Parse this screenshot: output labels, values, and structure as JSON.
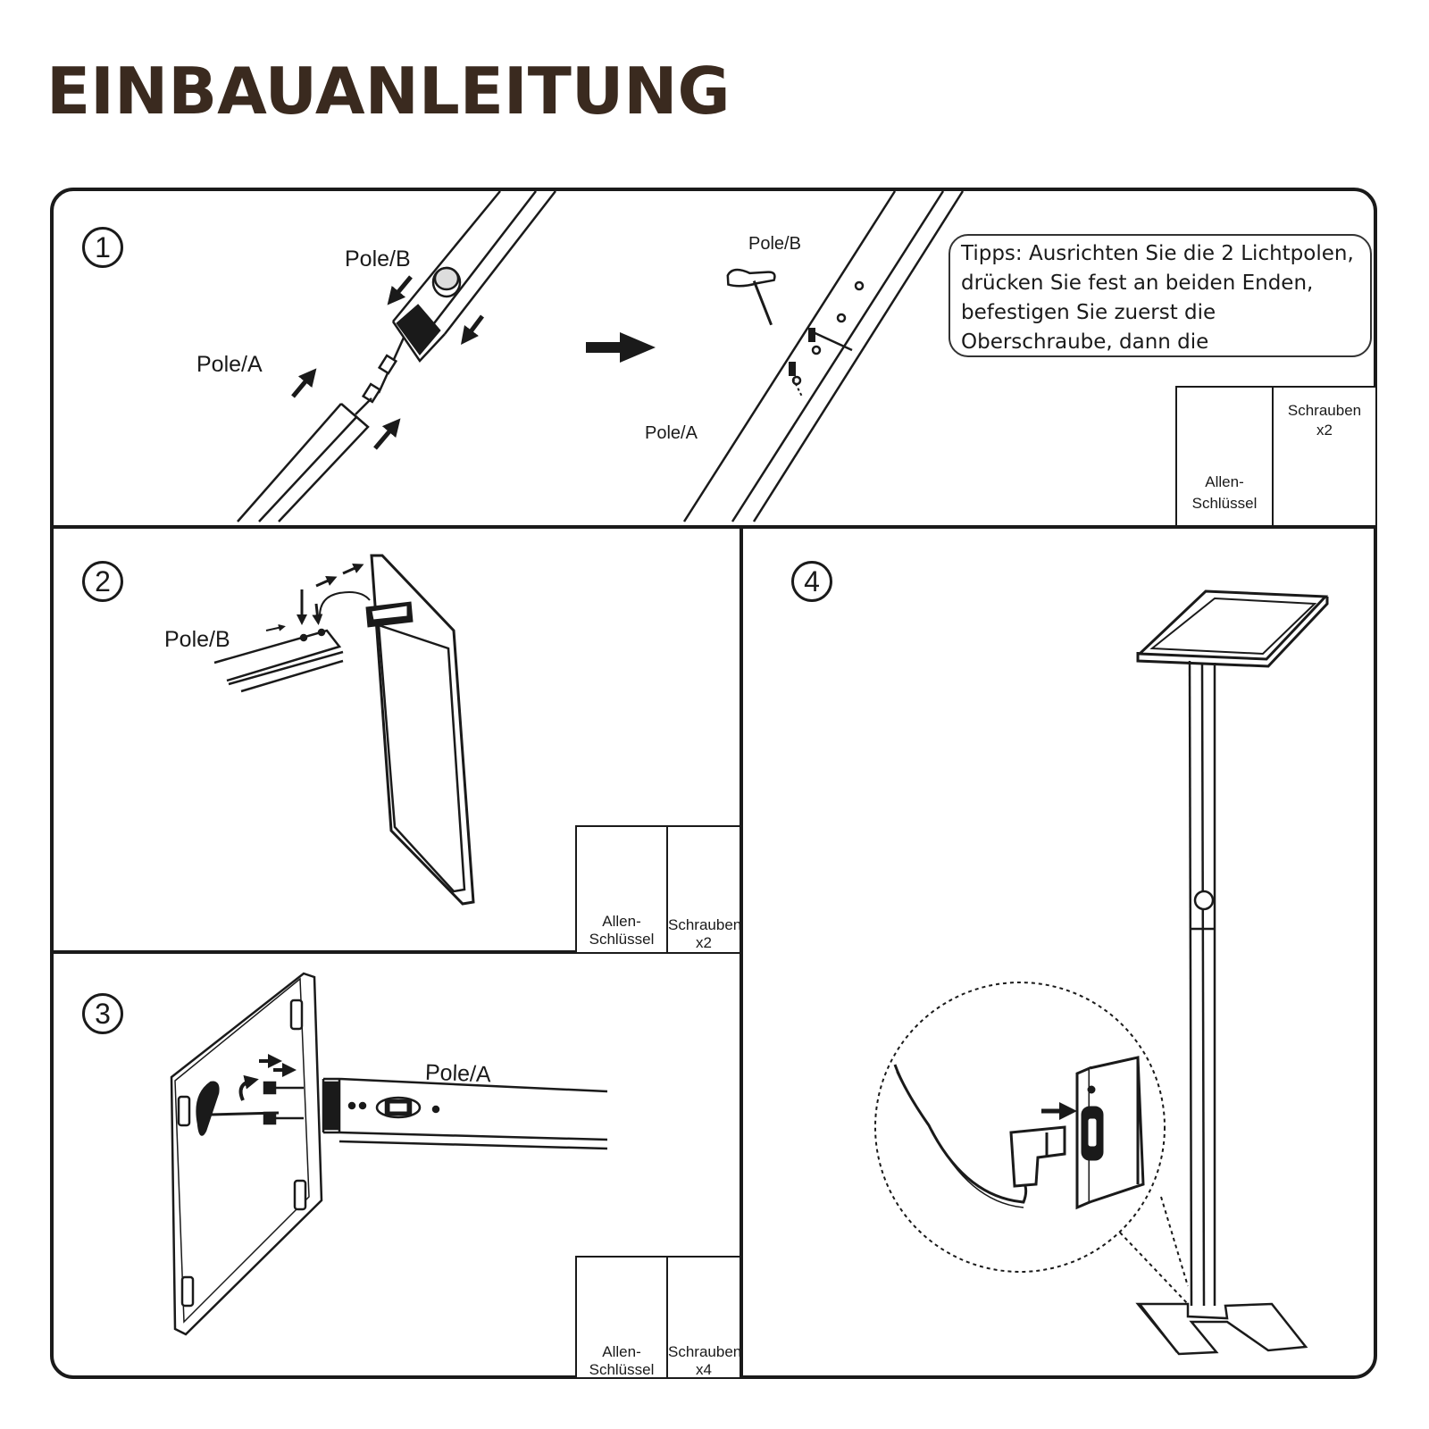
{
  "title": "EINBAUANLEITUNG",
  "steps": [
    "1",
    "2",
    "3",
    "4"
  ],
  "step1": {
    "pole_b_left": "Pole/B",
    "pole_a_left": "Pole/A",
    "pole_b_right": "Pole/B",
    "pole_a_right": "Pole/A",
    "tip_lines": [
      "Tipps: Ausrichten Sie die 2 Lichtpolen,",
      "drücken Sie fest an beiden Enden,",
      "befestigen Sie zuerst die",
      "Oberschraube, dann die"
    ],
    "parts": {
      "tool_label_1": "Allen-",
      "tool_label_2": "Schlüssel",
      "screws_label": "Schrauben",
      "screws_count": "x2"
    }
  },
  "step2": {
    "pole_b": "Pole/B",
    "parts": {
      "tool_label_1": "Allen-",
      "tool_label_2": "Schlüssel",
      "screws_label": "Schrauben",
      "screws_count": "x2"
    }
  },
  "step3": {
    "pole_a": "Pole/A",
    "parts": {
      "tool_label_1": "Allen-",
      "tool_label_2": "Schlüssel",
      "screws_label": "Schrauben",
      "screws_count": "x4"
    }
  },
  "colors": {
    "title": "#3a2a1f",
    "line": "#1a1a1a"
  },
  "icons": [
    "allen-key-icon",
    "screw-icon",
    "arrow-icon",
    "power-socket-icon"
  ]
}
